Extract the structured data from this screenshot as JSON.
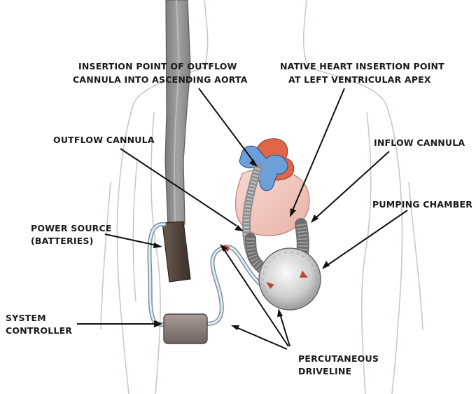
{
  "labels": {
    "insertion_outflow": [
      "INSERTION POINT OF OUTFLOW",
      "CANNULA INTO ASCENDING AORTA"
    ],
    "native_heart": [
      "NATIVE HEART INSERTION POINT",
      "AT LEFT VENTRICULAR APEX"
    ],
    "outflow_cannula": "OUTFLOW CANNULA",
    "inflow_cannula": "INFLOW CANNULA",
    "pumping_chamber": "PUMPING CHAMBER",
    "power_source": [
      "POWER SOURCE",
      "(BATTERIES)"
    ],
    "system_controller": [
      "SYSTEM",
      "CONTROLLER"
    ],
    "percutaneous_driveline": [
      "PERCUTANEOUS",
      "DRIVELINE"
    ]
  },
  "colors": {
    "heart": "#f0c6be",
    "heart_top": "#e0664a",
    "aorta": "#6f9fd8",
    "strap": "#8c8c8c",
    "battery": "#4f4138",
    "controller": "#8a7f7d",
    "pump": "#c9c9c9",
    "cannula": "#7d7d7d",
    "body_outline": "#cfc6c6"
  }
}
